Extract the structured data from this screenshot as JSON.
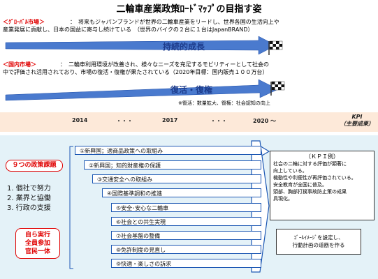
{
  "title": "二輪車産業政策ﾛｰﾄﾞﾏｯﾌﾟの目指す姿",
  "global_market": {
    "label": "＜ｸﾞﾛｰﾊﾞﾙ市場＞",
    "line1": "：　将来もジャパンブランドが世界の二輪車産業をリードし、世界各国の生活向上や",
    "line2": "産業発展に貢献し、日本の国益に寄与し続けている　（世界のバイクの２台に１台はJapanBRAND）",
    "goal": "持続的成長"
  },
  "domestic_market": {
    "label": "＜国内市場＞",
    "line1": "：　二輪車利用環境が改善され、様々なニーズを充足するモビリティーとして社会の",
    "line2": "中で評価され活用されており、市場の復活・復権が果たされている（2020年目標：国内販売１００万台）",
    "goal": "復活・復権",
    "note": "※復活：数量拡大、復権：社会認知の向上"
  },
  "timeline": {
    "y2014": "2014",
    "dots1": "・・・",
    "y2017": "2017",
    "dots2": "・・・",
    "y2020": "2020 〜",
    "kpi_line1": "KPI",
    "kpi_line2": "（主要成果）"
  },
  "left": {
    "policy_label": "９つの政策課題",
    "points": [
      "1. 個社で努力",
      "2. 業界と協働",
      "3. 行政の支援"
    ],
    "action1": "自ら実行",
    "action2": "全員参加",
    "action3": "官民一体"
  },
  "policies": [
    "①新興国；適商品政策への取組み",
    "②新興国；知的財産権の保護",
    "③交通安全への取組み",
    "④国際基準調和の推進",
    "⑤安全･安心な二輪車",
    "⑥社会との共生実現",
    "⑦社会基盤の整備",
    "⑧免許制度の見直し",
    "⑨快適・楽しさの訴求"
  ],
  "kpi_example": {
    "heading": "（ＫＰＩ例）",
    "lines": [
      "社会の二輪に対する評価が顕著に",
      "向上している。",
      "機動性や利便性が再評価されている。",
      "安全教育が全国に普及。",
      "頭部、胸部打撲事故防止策の成果",
      "具現化。"
    ]
  },
  "goal_box": {
    "line1": "ｺﾞｰﾙｲﾒｰｼﾞを設定し、",
    "line2": "行動計画の道筋を作る"
  },
  "colors": {
    "arrow_blue": "#1f4ea8",
    "arrow_fill": "#2a63c6",
    "accent_red": "#e00000",
    "timeline_band": "#fde9d9",
    "bottom_bg": "#e4f2f8"
  }
}
